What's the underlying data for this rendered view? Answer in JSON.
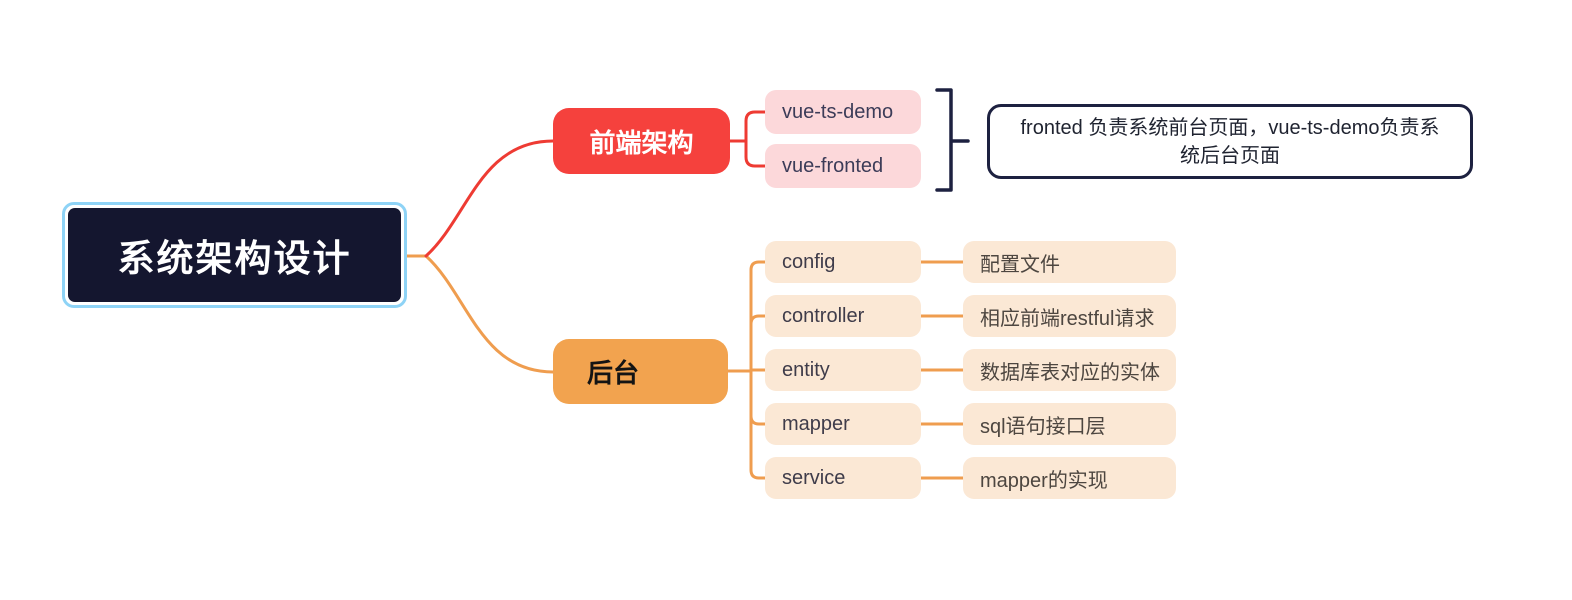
{
  "root": {
    "label": "系统架构设计"
  },
  "branches": {
    "frontend": {
      "label": "前端架构",
      "children": [
        {
          "label": "vue-ts-demo"
        },
        {
          "label": "vue-fronted"
        }
      ],
      "callout": {
        "text": "fronted 负责系统前台页面，vue-ts-demo负责系统后台页面"
      }
    },
    "backend": {
      "label": "后台",
      "children": [
        {
          "label": "config",
          "desc": "配置文件"
        },
        {
          "label": "controller",
          "desc": "相应前端restful请求"
        },
        {
          "label": "entity",
          "desc": "数据库表对应的实体"
        },
        {
          "label": "mapper",
          "desc": "sql语句接口层"
        },
        {
          "label": "service",
          "desc": "mapper的实现"
        }
      ]
    }
  },
  "colors": {
    "root_bg": "#14162f",
    "root_border": "#8ed3f6",
    "frontend_node": "#f5413d",
    "frontend_child": "#fcd8da",
    "frontend_line": "#ee3b33",
    "backend_node": "#f2a34f",
    "backend_child": "#fbe8d5",
    "backend_line": "#ef9d4f",
    "callout_border": "#1d2140"
  }
}
